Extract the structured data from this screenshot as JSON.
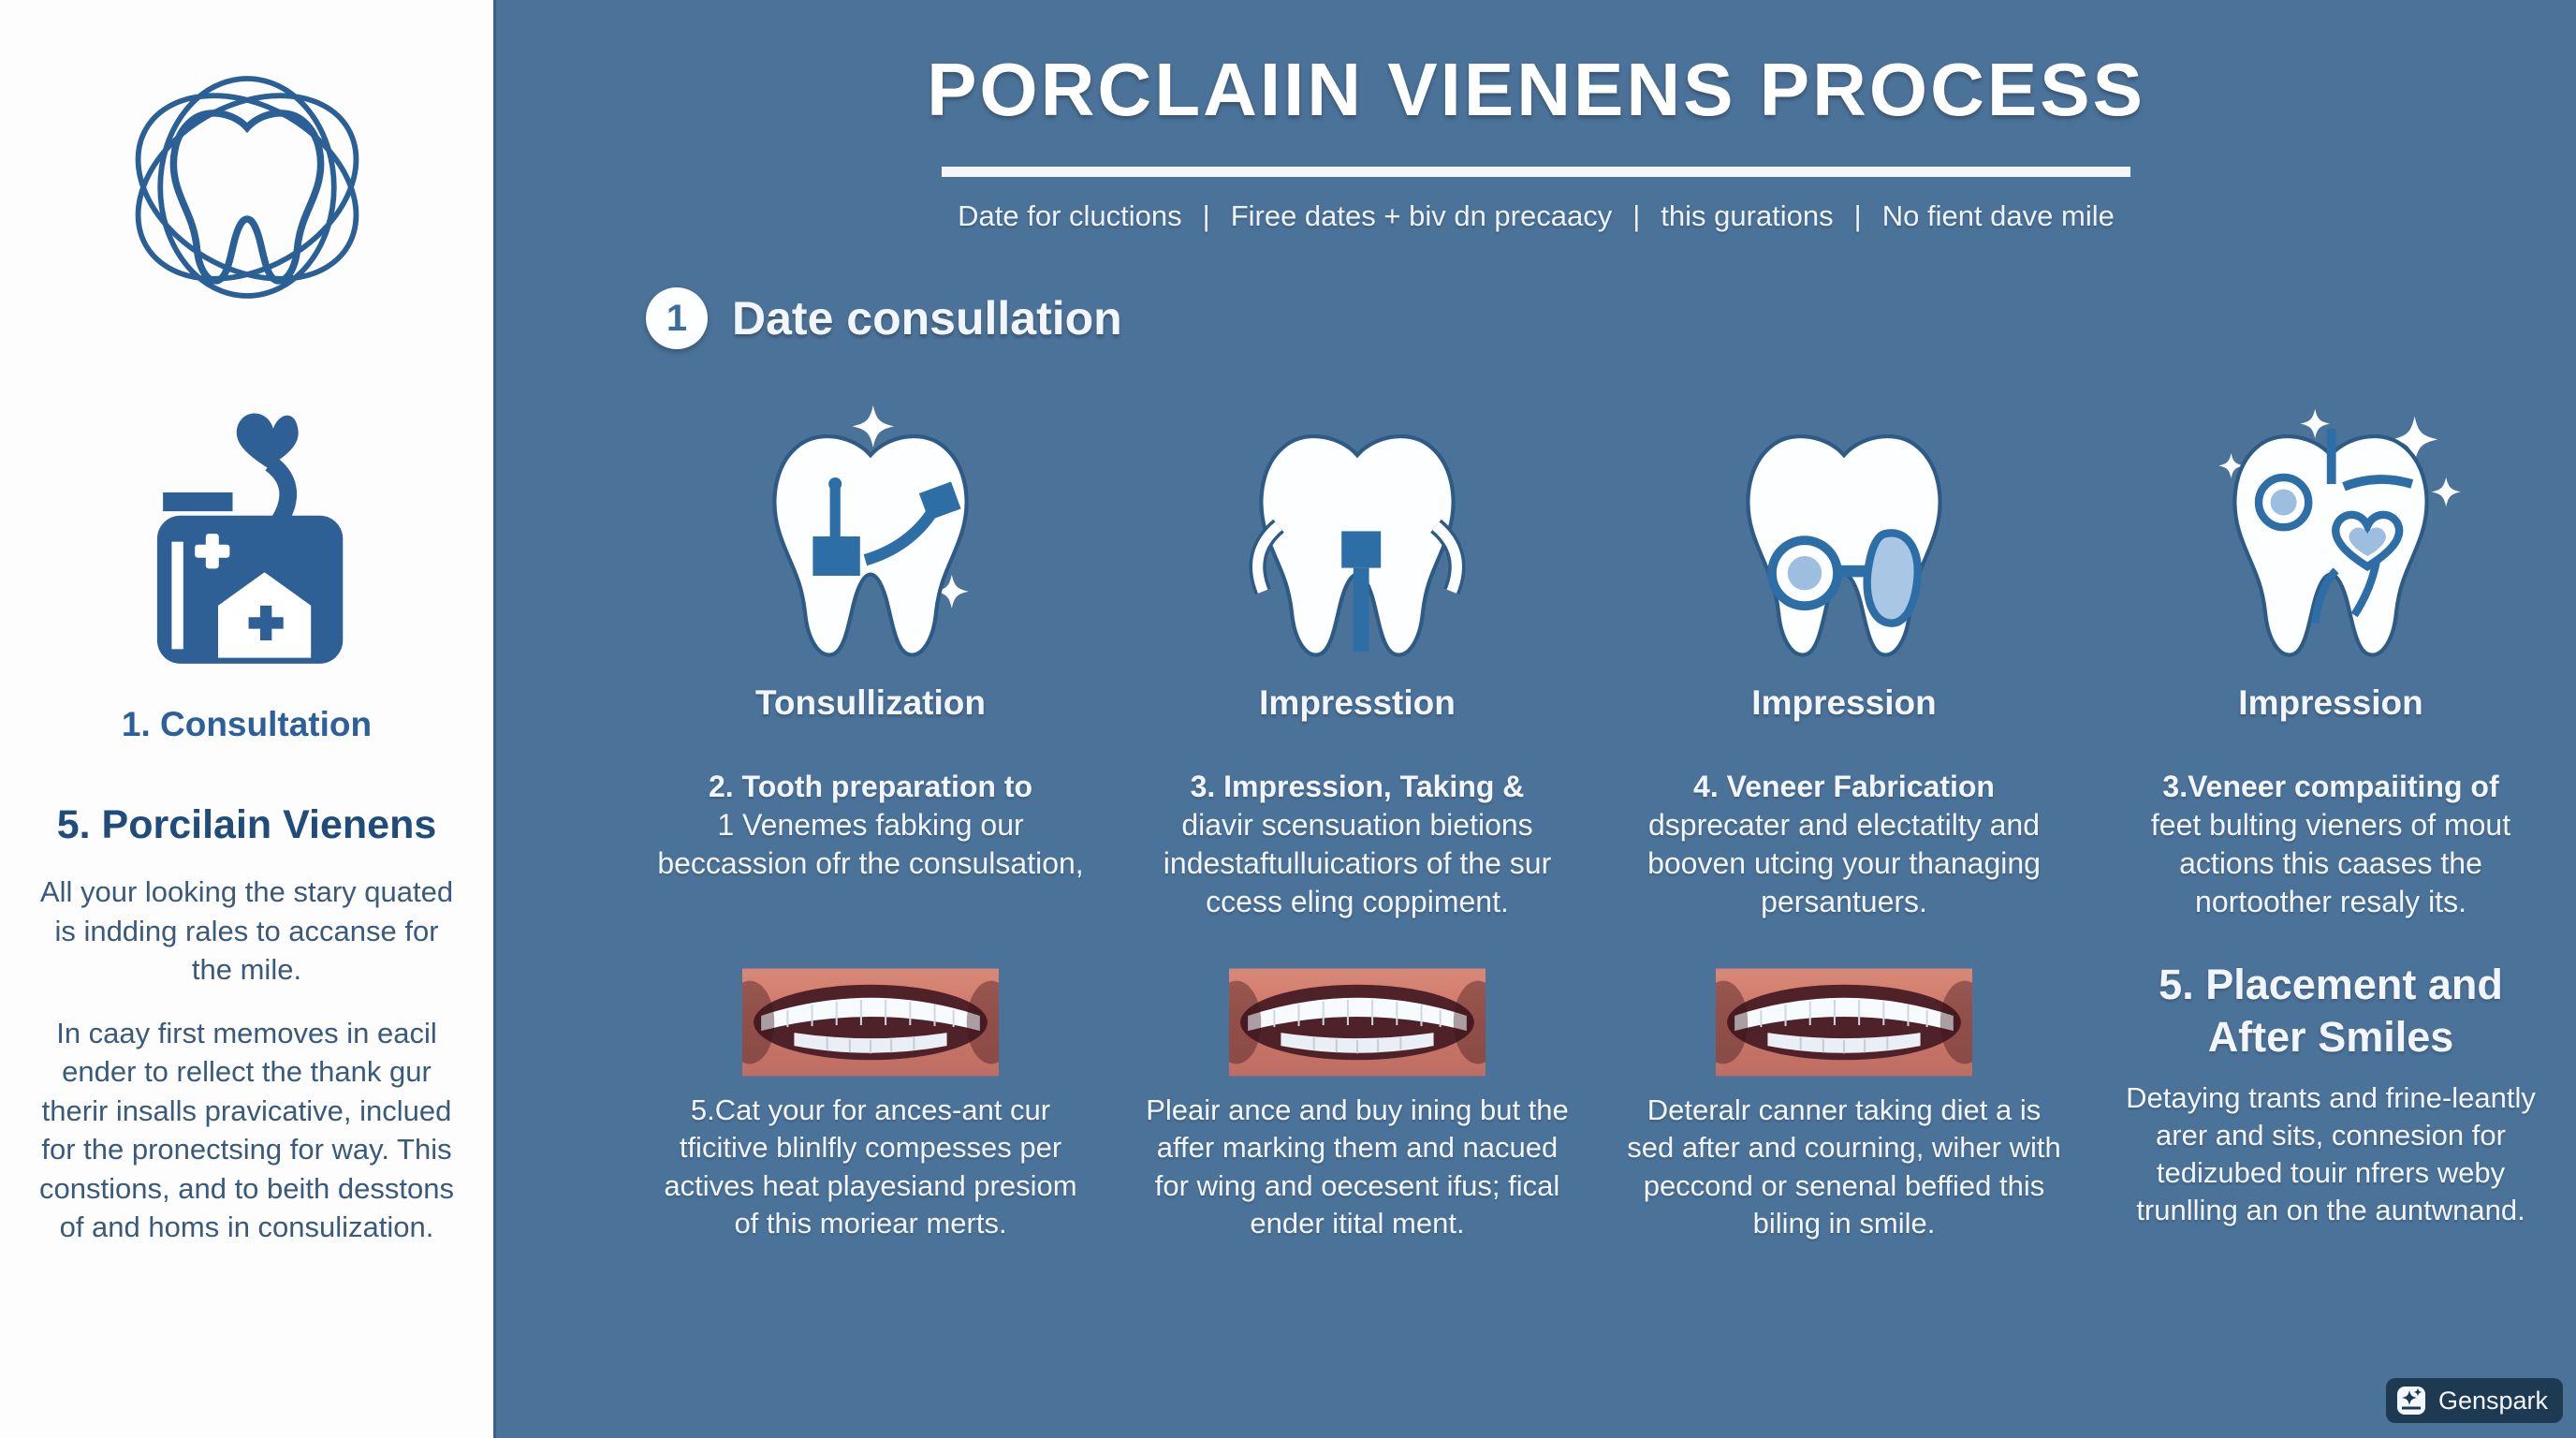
{
  "colors": {
    "background": "#4b7299",
    "sidebar_background": "#fdfdfd",
    "accent_blue": "#2e6095",
    "light_blue": "#9dbede",
    "badge_background": "#1e3a52"
  },
  "sidebar": {
    "logo_icon": "dental-orbit-logo",
    "aid_icon": "first-aid-kit",
    "consultation": "1. Consultation",
    "heading": "5. Porcilain Vienens",
    "para1": "All your looking the stary quated is indding rales to accanse for the mile.",
    "para2": "In caay first memoves in eacil ender to rellect the thank gur therir insalls pravicative, inclued for the pronectsing for way. This constions, and to beith desstons of and homs in consulization."
  },
  "header": {
    "title": "PORCLAIIN VIENENS PROCESS",
    "separator": "|",
    "tagline": [
      "Date for cluctions",
      "Firee dates + biv dn precaacy",
      "this gurations",
      "No fient dave mile"
    ],
    "step_number": "1",
    "step_title": "Date consullation"
  },
  "columns": [
    {
      "icon": "tooth-sparkle-icon",
      "label": "Tonsullization",
      "heading": "2. Tooth preparation to",
      "body": "1 Venemes fabking our beccassion ofr the consulsation,",
      "caption": "5.Cat your for ances-ant cur tficitive blinlfly compesses per actives heat playesiand presiom of this moriear merts."
    },
    {
      "icon": "tooth-grip-arrows-icon",
      "label": "Impresstion",
      "heading": "3. Impression, Taking &",
      "body": "diavir scensuation bietions indestaftulluicatiors of the sur ccess eling coppiment.",
      "caption": "Pleair ance and buy ining but the affer marking them and nacued for wing and oecesent ifus; fical ender itital ment."
    },
    {
      "icon": "tooth-magnifier-icon",
      "label": "Impression",
      "heading": "4. Veneer Fabrication",
      "body": "dsprecater and electatilty and booven utcing your thanaging persantuers.",
      "caption": "Deteralr canner taking diet a is sed after and courning, wiher with peccond or senenal beffied this biling in smile."
    },
    {
      "icon": "tooth-heart-icon",
      "label": "Impression",
      "heading": "3.Veneer compaiiting of",
      "body": "feet bulting vieners of mout actions this caases the nortoother resaly its.",
      "placement_heading": "5. Placement and After Smiles",
      "caption": "Detaying trants and frine-leantly arer and sits, connesion for tedizubed touir nfrers weby trunlling an on the auntwnand."
    }
  ],
  "badge": {
    "label": "Genspark"
  }
}
